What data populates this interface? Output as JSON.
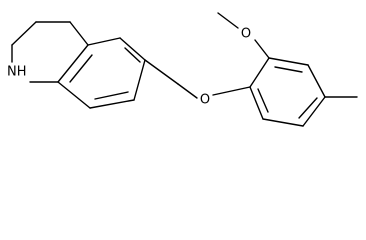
{
  "structure": {
    "atoms": [
      {
        "id": "N1",
        "label": "NH"
      },
      {
        "id": "O1",
        "label": "O"
      },
      {
        "id": "O2",
        "label": "O"
      }
    ],
    "colors": {
      "bond": "#000000",
      "text": "#000000",
      "background": "#ffffff"
    }
  }
}
